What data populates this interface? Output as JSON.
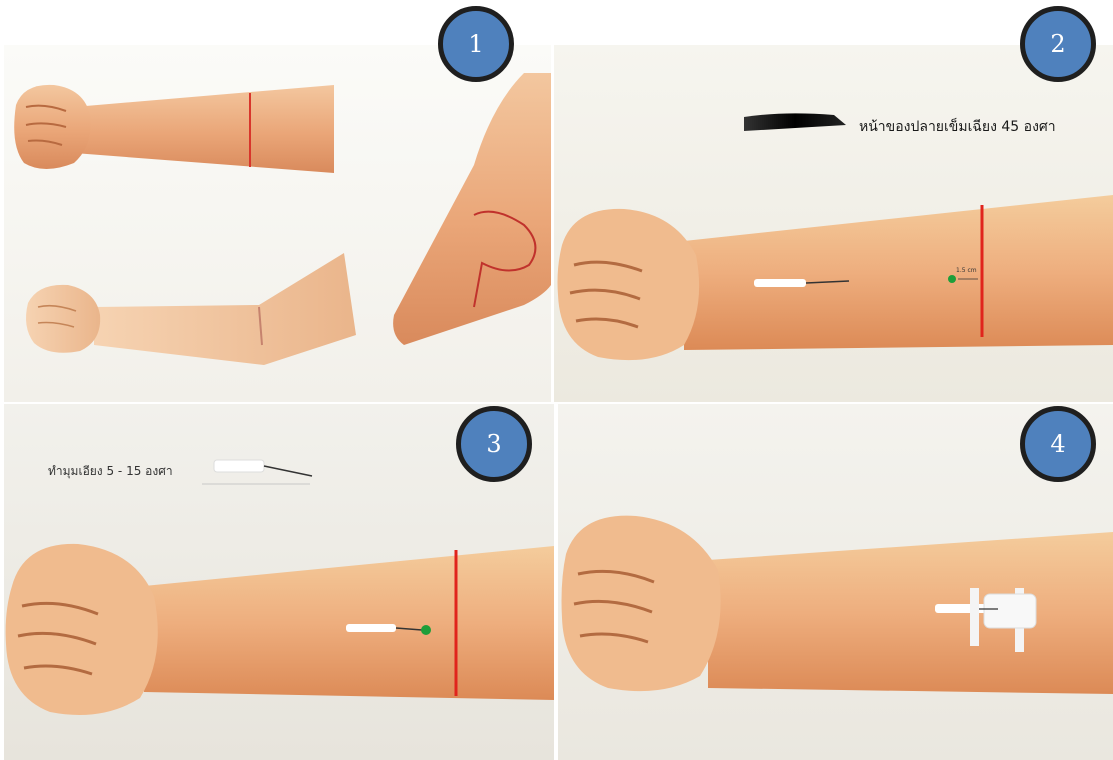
{
  "steps": [
    {
      "number": "1",
      "caption": ""
    },
    {
      "number": "2",
      "caption": "หน้าของปลายเข็มเฉียง 45 องศา",
      "distance_label": "1.5 cm"
    },
    {
      "number": "3",
      "caption": "ทำมุมเอียง 5 - 15 องศา"
    },
    {
      "number": "4",
      "caption": ""
    }
  ],
  "colors": {
    "badge_fill": "#4f81bd",
    "badge_border": "#1f1f1f",
    "skin": "#eeae7e",
    "tourniquet_line": "#e0241c",
    "insertion_dot": "#1e9e3a"
  }
}
